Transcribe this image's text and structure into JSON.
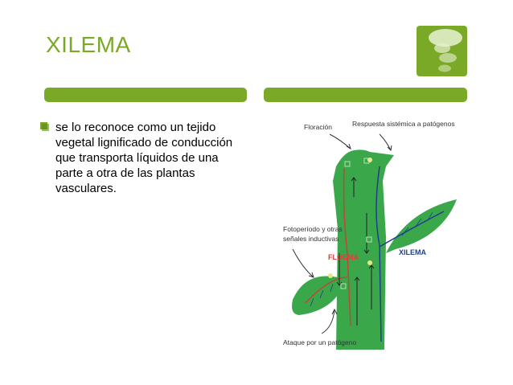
{
  "slide": {
    "title": "XILEMA",
    "bullet": "se lo reconoce como un tejido vegetal lignificado de conducción que transporta líquidos de una parte a otra de las plantas vasculares."
  },
  "figure": {
    "labels": {
      "floracion": "Floración",
      "respuesta": "Respuesta sistémica a patógenos",
      "fotoperiodo_1": "Fotoperíodo y otras",
      "fotoperiodo_2": "señales inductivas",
      "floema": "FLOEMA",
      "xilema": "XILEMA",
      "ataque": "Ataque por un patógeno"
    }
  },
  "colors": {
    "accent": "#7aa827",
    "plant": "#3aa84a",
    "floema": "#e83a3a",
    "xilema": "#1f3f8f"
  }
}
